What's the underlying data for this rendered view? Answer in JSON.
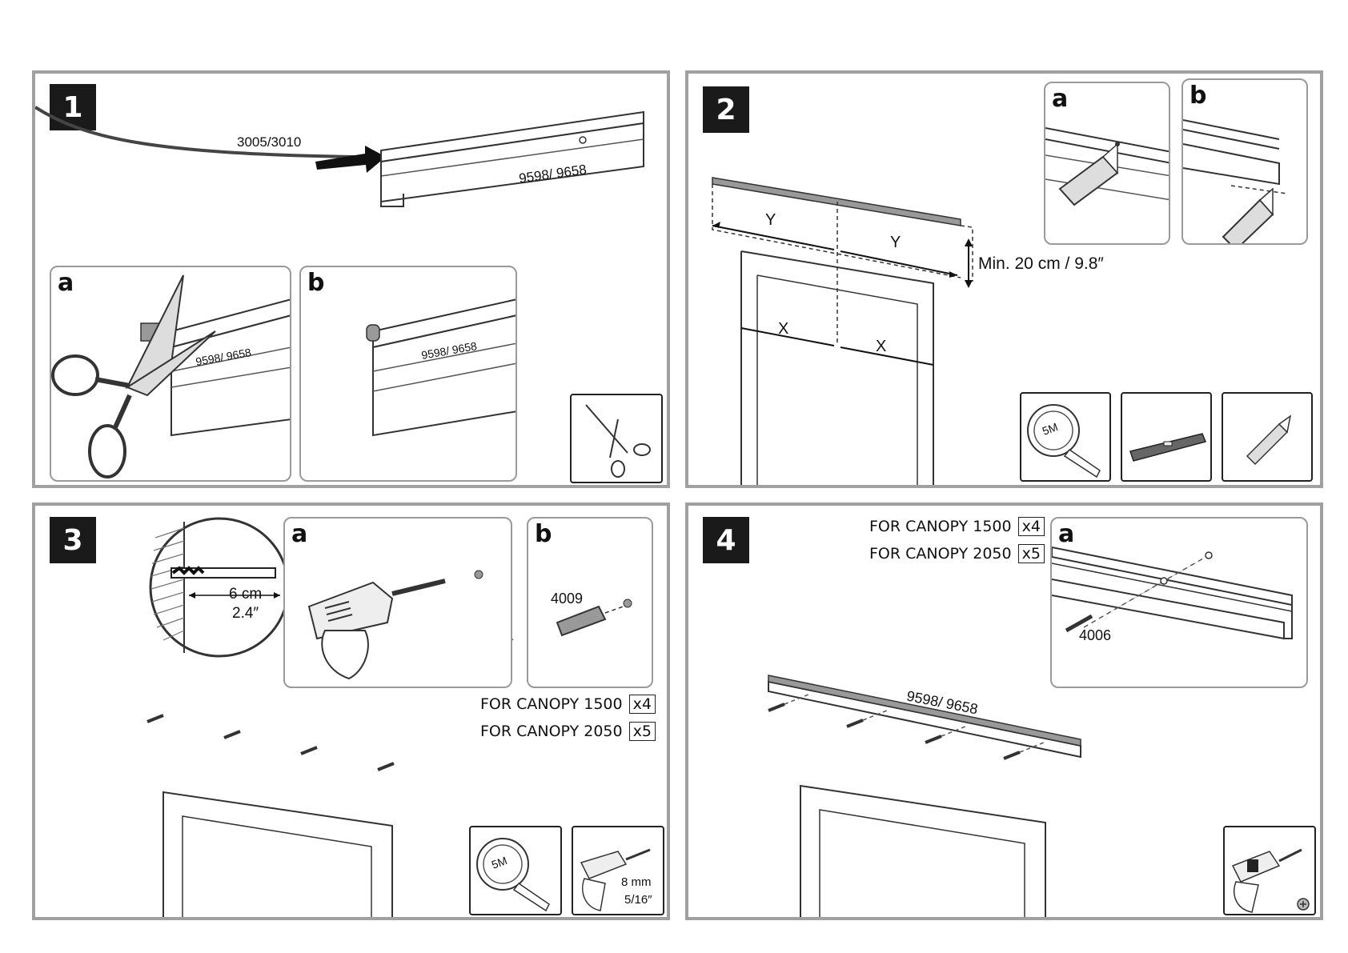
{
  "steps": [
    {
      "number": "1"
    },
    {
      "number": "2"
    },
    {
      "number": "3"
    },
    {
      "number": "4"
    }
  ],
  "step1": {
    "cord_label": "3005/3010",
    "rail_label": "9598/ 9658",
    "sub_a": {
      "letter": "a",
      "rail_label": "9598/ 9658"
    },
    "sub_b": {
      "letter": "b",
      "rail_label": "9598/ 9658"
    },
    "tool_icon": "scissors-icon"
  },
  "step2": {
    "label_y1": "Y",
    "label_y2": "Y",
    "label_x1": "X",
    "label_x2": "X",
    "min_label": "Min. 20 cm / 9.8″",
    "sub_a": {
      "letter": "a"
    },
    "sub_b": {
      "letter": "b"
    },
    "tape_text": "5M",
    "tools": [
      "tape-measure-icon",
      "spirit-level-icon",
      "pencil-icon"
    ]
  },
  "step3": {
    "depth_cm": "6 cm",
    "depth_in": "2.4″",
    "sub_a": {
      "letter": "a"
    },
    "sub_b": {
      "letter": "b",
      "plug_label": "4009"
    },
    "canopy": [
      {
        "label": "FOR CANOPY 1500",
        "qty": "x4"
      },
      {
        "label": "FOR CANOPY 2050",
        "qty": "x5"
      }
    ],
    "tape_text": "5M",
    "drill_bit_mm": "8 mm",
    "drill_bit_in": "5/16″"
  },
  "step4": {
    "canopy": [
      {
        "label": "FOR CANOPY 1500",
        "qty": "x4"
      },
      {
        "label": "FOR CANOPY 2050",
        "qty": "x5"
      }
    ],
    "sub_a": {
      "letter": "a",
      "screw_label": "4006"
    },
    "rail_label": "9598/ 9658",
    "tool_icon": "screwdriver-drill-icon"
  }
}
